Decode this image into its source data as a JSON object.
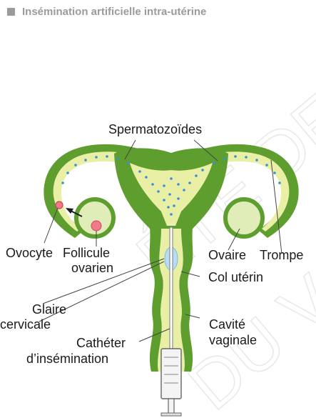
{
  "header": {
    "title": "Insémination artificielle intra-utérine"
  },
  "labels": {
    "spermatozoides": "Spermatozoïdes",
    "ovocyte": "Ovocyte",
    "trompe": "Trompe",
    "follicule_line1": "Follicule",
    "follicule_line2": "ovarien",
    "ovaire": "Ovaire",
    "col_uterin": "Col utérin",
    "glaire_line1": "Glaire",
    "glaire_line2": "cervicale",
    "cavite_line1": "Cavité",
    "cavite_line2": "vaginale",
    "catheter_line1": "Cathéter",
    "catheter_line2": "d’insémination"
  },
  "watermark": {
    "line1": "ÉTÉ DE LA",
    "line2": "DU VAL"
  },
  "colors": {
    "header_square": "#9b9b9b",
    "tissue_dark": "#5e9e2e",
    "tissue_light": "#e9f0a6",
    "ovary_fill": "#e0edb8",
    "follicle": "#f07a8a",
    "sperm": "#3a8fd6",
    "glaire": "#b8dcf2",
    "catheter": "#ffffff",
    "leader_line": "#444444"
  }
}
